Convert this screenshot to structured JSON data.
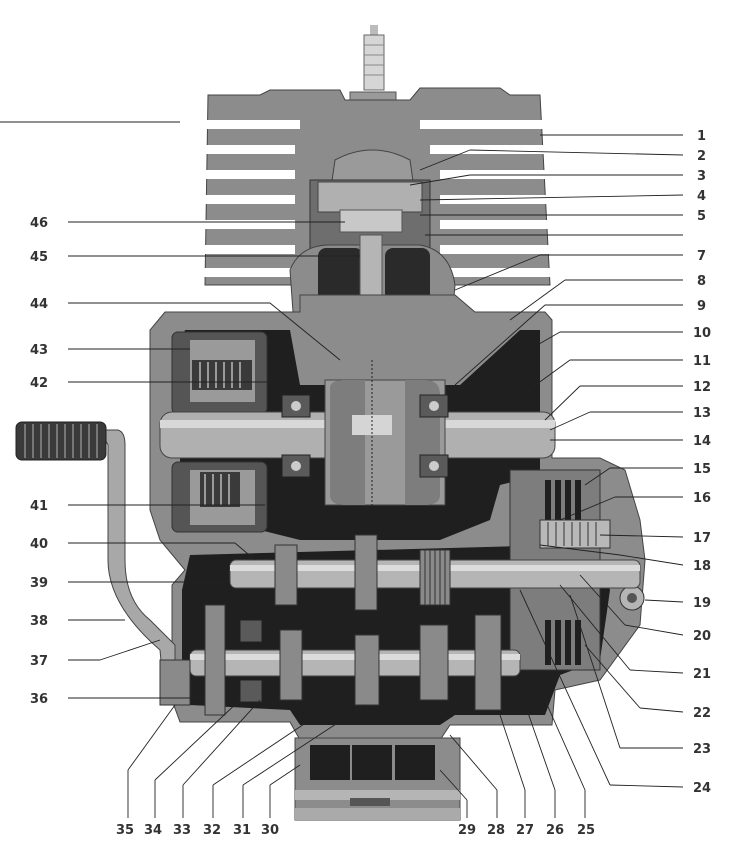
{
  "diagram": {
    "left_labels": [
      "46",
      "45",
      "44",
      "43",
      "42",
      "41",
      "40",
      "39",
      "38",
      "37",
      "36"
    ],
    "right_labels": [
      "1",
      "2",
      "3",
      "4",
      "5",
      "7",
      "8",
      "9",
      "10",
      "11",
      "12",
      "13",
      "14",
      "15",
      "16",
      "17",
      "18",
      "19",
      "20",
      "21",
      "22",
      "23",
      "24"
    ],
    "bottom_labels": [
      "35",
      "34",
      "33",
      "32",
      "31",
      "30",
      "29",
      "28",
      "27",
      "26",
      "25"
    ]
  },
  "colors": {
    "casing": "#8c8c8c",
    "casing_dark": "#5a5a5a",
    "interior": "#1f1f1f",
    "part": "#a9a9a9",
    "highlight": "#cfcfcf",
    "line": "#222222"
  }
}
